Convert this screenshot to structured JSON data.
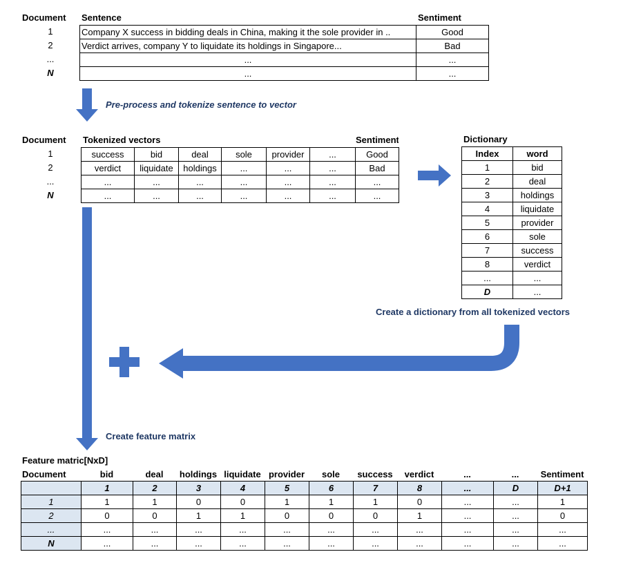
{
  "section1": {
    "headers": {
      "document": "Document",
      "sentence": "Sentence",
      "sentiment": "Sentiment"
    },
    "rows": [
      {
        "doc": "1",
        "sentence": "Company X success in bidding deals in China, making it the sole provider in ..",
        "sentiment": "Good"
      },
      {
        "doc": "2",
        "sentence": "Verdict arrives, company Y to liquidate its holdings in Singapore...",
        "sentiment": "Bad"
      },
      {
        "doc": "...",
        "sentence": "...",
        "sentiment": "..."
      },
      {
        "doc": "N",
        "sentence": "...",
        "sentiment": "..."
      }
    ],
    "caption": "Pre-process and tokenize sentence to vector"
  },
  "section2": {
    "headers": {
      "document": "Document",
      "tokens": "Tokenized vectors",
      "sentiment": "Sentiment"
    },
    "rows": [
      {
        "doc": "1",
        "tokens": [
          "success",
          "bid",
          "deal",
          "sole",
          "provider",
          "..."
        ],
        "sentiment": "Good"
      },
      {
        "doc": "2",
        "tokens": [
          "verdict",
          "liquidate",
          "holdings",
          "...",
          "...",
          "..."
        ],
        "sentiment": "Bad"
      },
      {
        "doc": "...",
        "tokens": [
          "...",
          "...",
          "...",
          "...",
          "...",
          "..."
        ],
        "sentiment": "..."
      },
      {
        "doc": "N",
        "tokens": [
          "...",
          "...",
          "...",
          "...",
          "...",
          "..."
        ],
        "sentiment": "..."
      }
    ]
  },
  "dictionary": {
    "title": "Dictionary",
    "headers": {
      "index": "Index",
      "word": "word"
    },
    "rows": [
      {
        "index": "1",
        "word": "bid"
      },
      {
        "index": "2",
        "word": "deal"
      },
      {
        "index": "3",
        "word": "holdings"
      },
      {
        "index": "4",
        "word": "liquidate"
      },
      {
        "index": "5",
        "word": "provider"
      },
      {
        "index": "6",
        "word": "sole"
      },
      {
        "index": "7",
        "word": "success"
      },
      {
        "index": "8",
        "word": "verdict"
      },
      {
        "index": "...",
        "word": "..."
      },
      {
        "index": "D",
        "word": "..."
      }
    ],
    "caption": "Create a dictionary from all tokenized vectors"
  },
  "feature": {
    "title": "Feature matric[NxD]",
    "caption": "Create feature matrix",
    "col_headers": [
      "Document",
      "bid",
      "deal",
      "holdings",
      "liquidate",
      "provider",
      "sole",
      "success",
      "verdict",
      "...",
      "...",
      "Sentiment"
    ],
    "index_row": [
      "",
      "1",
      "2",
      "3",
      "4",
      "5",
      "6",
      "7",
      "8",
      "...",
      "D",
      "D+1"
    ],
    "rows": [
      [
        "1",
        "1",
        "1",
        "0",
        "0",
        "1",
        "1",
        "1",
        "0",
        "...",
        "...",
        "1"
      ],
      [
        "2",
        "0",
        "0",
        "1",
        "1",
        "0",
        "0",
        "0",
        "1",
        "...",
        "...",
        "0"
      ],
      [
        "...",
        "...",
        "...",
        "...",
        "...",
        "...",
        "...",
        "...",
        "...",
        "...",
        "...",
        "..."
      ],
      [
        "N",
        "...",
        "...",
        "...",
        "...",
        "...",
        "...",
        "...",
        "...",
        "...",
        "...",
        "..."
      ]
    ]
  },
  "colors": {
    "arrow": "#4472c4",
    "caption": "#1f3864",
    "shade": "#dce6f1"
  }
}
